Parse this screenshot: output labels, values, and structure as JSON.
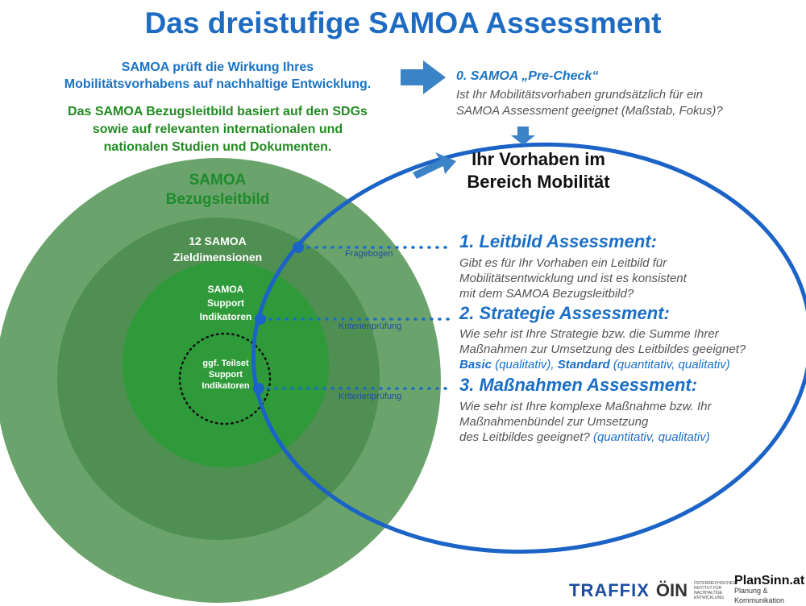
{
  "title": "Das dreistufige SAMOA Assessment",
  "intro": {
    "blue_line1": "SAMOA prüft die Wirkung Ihres",
    "blue_line2": "Mobilitätsvorhabens auf nachhaltige Entwicklung.",
    "green_line1": "Das SAMOA Bezugsleitbild basiert auf den SDGs",
    "green_line2": "sowie auf relevanten internationalen und",
    "green_line3": "nationalen Studien und Dokumenten."
  },
  "precheck": {
    "title": "0. SAMOA „Pre-Check“",
    "line1": "Ist Ihr Mobilitätsvorhaben grundsätzlich für ein",
    "line2": "SAMOA Assessment geeignet (Maßstab, Fokus)?"
  },
  "project": {
    "line1": "Ihr Vorhaben im",
    "line2": "Bereich Mobilität"
  },
  "circles": {
    "outer_line1": "SAMOA",
    "outer_line2": "Bezugsleitbild",
    "second_line1": "12 SAMOA",
    "second_line2": "Zieldimensionen",
    "third_line1": "SAMOA",
    "third_line2": "Support",
    "third_line3": "Indikatoren",
    "inner_line1": "ggf. Teilset",
    "inner_line2": "Support",
    "inner_line3": "Indikatoren"
  },
  "tools": {
    "t1": "Fragebogen",
    "t2": "Kriterienprüfung",
    "t3": "Kriterienprüfung"
  },
  "steps": {
    "s1_title": "1. Leitbild Assessment:",
    "s1_line1": "Gibt es für Ihr Vorhaben ein Leitbild für",
    "s1_line2": "Mobilitätsentwicklung und ist es konsistent",
    "s1_line3": "mit dem SAMOA Bezugsleitbild?",
    "s2_title": "2. Strategie Assessment:",
    "s2_line1": "Wie sehr ist Ihre Strategie bzw. die Summe Ihrer",
    "s2_line2": "Maßnahmen zur Umsetzung des Leitbildes geeignet?",
    "s2_basic": "Basic",
    "s2_basic_note": " (qualitativ), ",
    "s2_standard": "Standard",
    "s2_standard_note": " (quantitativ, qualitativ)",
    "s3_title": "3. Maßnahmen Assessment:",
    "s3_line1": "Wie sehr ist Ihre komplexe Maßnahme bzw. Ihr",
    "s3_line2": "Maßnahmenbündel zur Umsetzung",
    "s3_line3": "des Leitbildes geeignet? ",
    "s3_note": "(quantitativ, qualitativ)"
  },
  "footer": {
    "traffix": "TRAFFIX",
    "oin": "ÖIN",
    "oin_small": "ÖSTERREICHISCHES INSTITUT FÜR NACHHALTIGE ENTWICKLUNG",
    "plansinn": "PlanSinn.at",
    "plansinn_sub": "Planung & Kommunikation"
  },
  "colors": {
    "blue": "#1a73c4",
    "green": "#228b22",
    "circle_outer": "#6aa46c",
    "circle_second": "#4f8f51",
    "circle_third": "#2f9a3a",
    "circle_inner": "#35a13f",
    "ellipse": "#1b63c6"
  }
}
